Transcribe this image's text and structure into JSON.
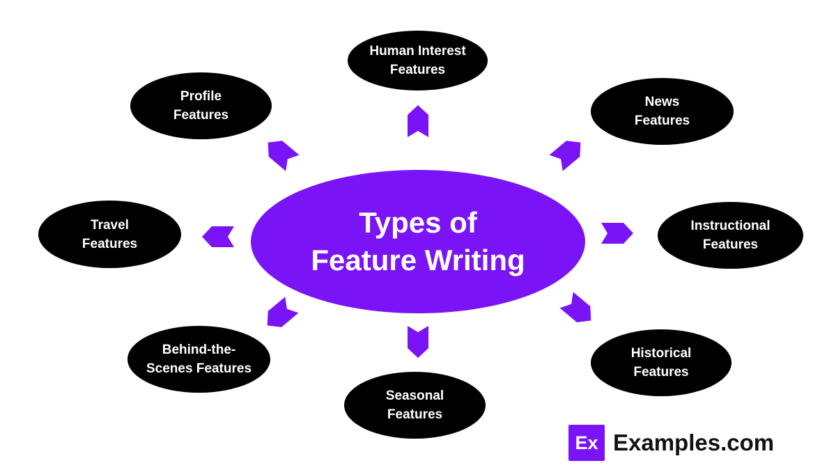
{
  "center": {
    "line1": "Types of",
    "line2": "Feature Writing"
  },
  "nodes": {
    "human_interest": {
      "line1": "Human Interest",
      "line2": "Features"
    },
    "news": {
      "line1": "News",
      "line2": "Features"
    },
    "instructional": {
      "line1": "Instructional",
      "line2": "Features"
    },
    "historical": {
      "line1": "Historical",
      "line2": "Features"
    },
    "seasonal": {
      "line1": "Seasonal",
      "line2": "Features"
    },
    "behind_the_scenes": {
      "line1": "Behind-the-",
      "line2": "Scenes Features"
    },
    "travel": {
      "line1": "Travel",
      "line2": "Features"
    },
    "profile": {
      "line1": "Profile",
      "line2": "Features"
    }
  },
  "brand": {
    "badge": "Ex",
    "name": "Examples.com"
  },
  "colors": {
    "accent": "#7a14f7",
    "node_fill": "#000000",
    "text": "#ffffff"
  }
}
